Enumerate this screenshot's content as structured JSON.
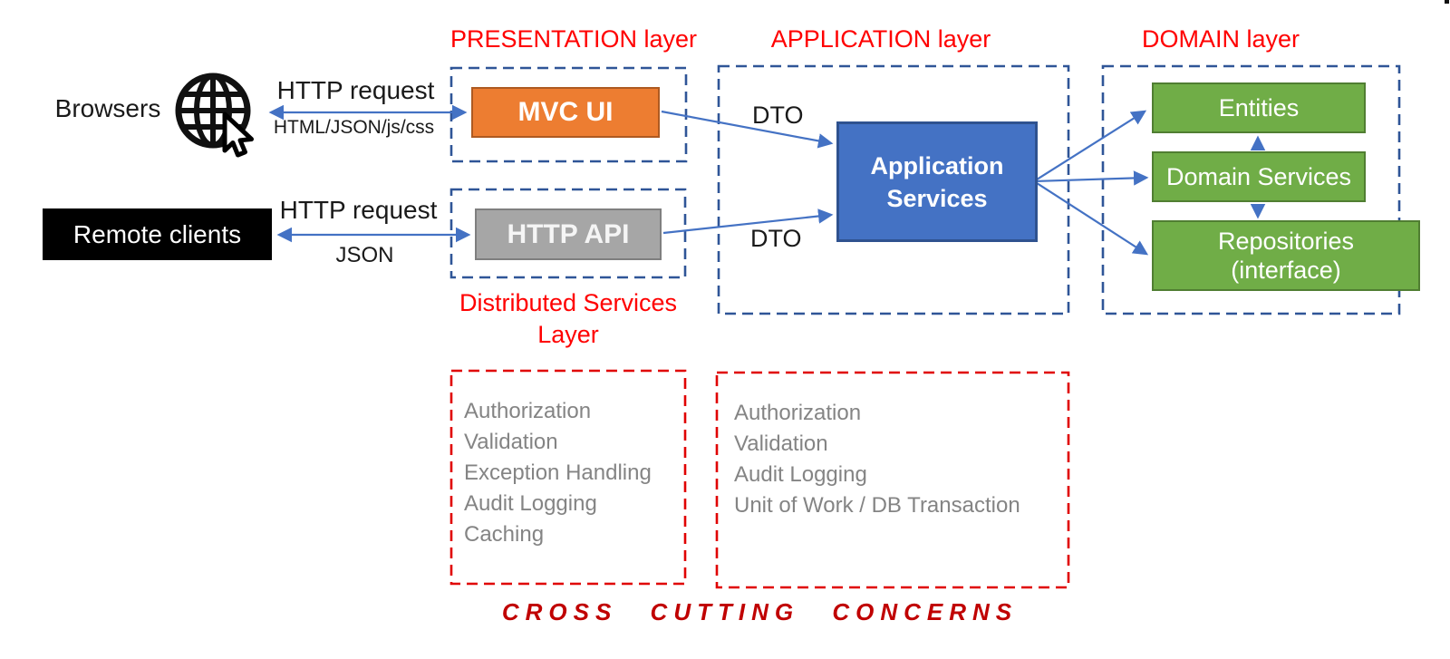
{
  "titles": {
    "presentation": "PRESENTATION layer",
    "application": "APPLICATION layer",
    "domain": "DOMAIN layer",
    "distributed_line1": "Distributed Services",
    "distributed_line2": "Layer",
    "cross_cutting": "CROSS CUTTING CONCERNS"
  },
  "clients": {
    "browsers_label": "Browsers",
    "remote_clients_label": "Remote clients"
  },
  "connections": {
    "browser_request": "HTTP request",
    "browser_response": "HTML/JSON/js/css",
    "remote_request": "HTTP request",
    "remote_response": "JSON",
    "dto_top": "DTO",
    "dto_bottom": "DTO"
  },
  "components": {
    "mvc_ui": "MVC UI",
    "http_api": "HTTP API",
    "application_services": "Application Services",
    "entities": "Entities",
    "domain_services": "Domain Services",
    "repositories": "Repositories (interface)"
  },
  "cross_cutting_lists": {
    "distributed": [
      "Authorization",
      "Validation",
      "Exception Handling",
      "Audit Logging",
      "Caching"
    ],
    "application": [
      "Authorization",
      "Validation",
      "Audit Logging",
      "Unit of Work / DB Transaction"
    ]
  },
  "colors": {
    "title_red": "#FF0000",
    "dashed_red": "#E00000",
    "cross_cutting_red": "#C00000",
    "dashed_blue": "#2F5597",
    "arrow_blue": "#4472C4",
    "mvc_orange": "#ED7D31",
    "api_gray": "#A6A6A6",
    "app_blue": "#4472C4",
    "domain_green": "#70AD47",
    "list_gray": "#848484"
  }
}
